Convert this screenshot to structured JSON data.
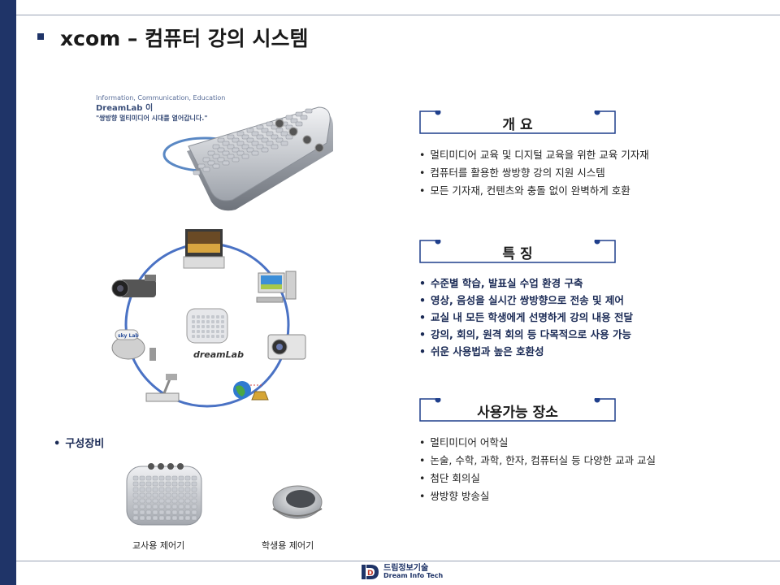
{
  "slide": {
    "title": "xcom – 컴퓨터 강의 시스템"
  },
  "hero": {
    "tagline_small": "Information, Communication, Education",
    "tagline_brand": "DreamLab 이",
    "tagline_quote": "\"쌍방향 멀티미디어 시대를 열어갑니다.\""
  },
  "diagram": {
    "center_logo": "dreamLab",
    "device_logo": "sky Lab"
  },
  "sections": [
    {
      "title": "개  요",
      "items": [
        "멀티미디어 교육 및 디지털 교육을 위한 교육 기자재",
        "컴퓨터를 활용한 쌍방향 강의 지원 시스템",
        "모든 기자재, 컨텐츠와 충돌 없이 완벽하게 호환"
      ]
    },
    {
      "title": "특  징",
      "items": [
        "수준별 학습, 발표실 수업 환경 구축",
        "영상, 음성을 실시간 쌍방향으로 전송 및 제어",
        "교실 내 모든 학생에게 선명하게 강의 내용 전달",
        "강의, 회의, 원격 회의 등 다목적으로 사용 가능",
        "쉬운 사용법과 높은 호환성"
      ]
    },
    {
      "title": "사용가능 장소",
      "items": [
        "멀티미디어 어학실",
        "논술, 수학, 과학, 한자, 컴퓨터실 등 다양한 교과 교실",
        "첨단 회의실",
        "쌍방향 방송실"
      ]
    }
  ],
  "equipment": {
    "label": "구성장비",
    "teacher_caption": "교사용 제어기",
    "student_caption": "학생용 제어기"
  },
  "footer": {
    "logo_letter": "D",
    "company_kr": "드림정보기술",
    "company_en": "Dream Info Tech"
  },
  "colors": {
    "navy": "#1f3468",
    "frame_blue": "#1f3f8c",
    "circle_blue": "#4a72c4"
  }
}
